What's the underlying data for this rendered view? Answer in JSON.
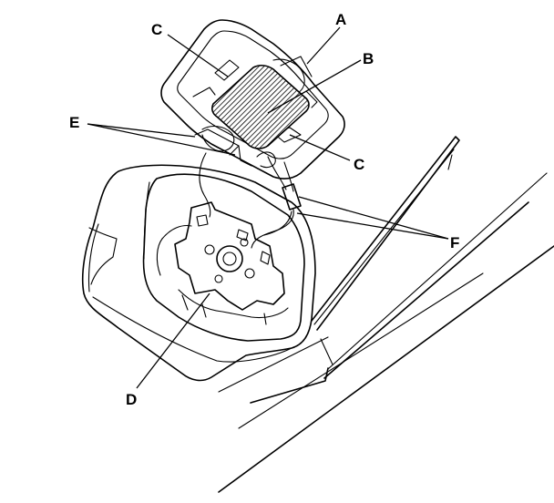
{
  "diagram": {
    "callouts": {
      "a": "A",
      "b": "B",
      "c_top": "C",
      "c_bottom": "C",
      "d": "D",
      "e": "E",
      "f": "F"
    },
    "colors": {
      "line": "#000000",
      "background": "#ffffff"
    }
  }
}
